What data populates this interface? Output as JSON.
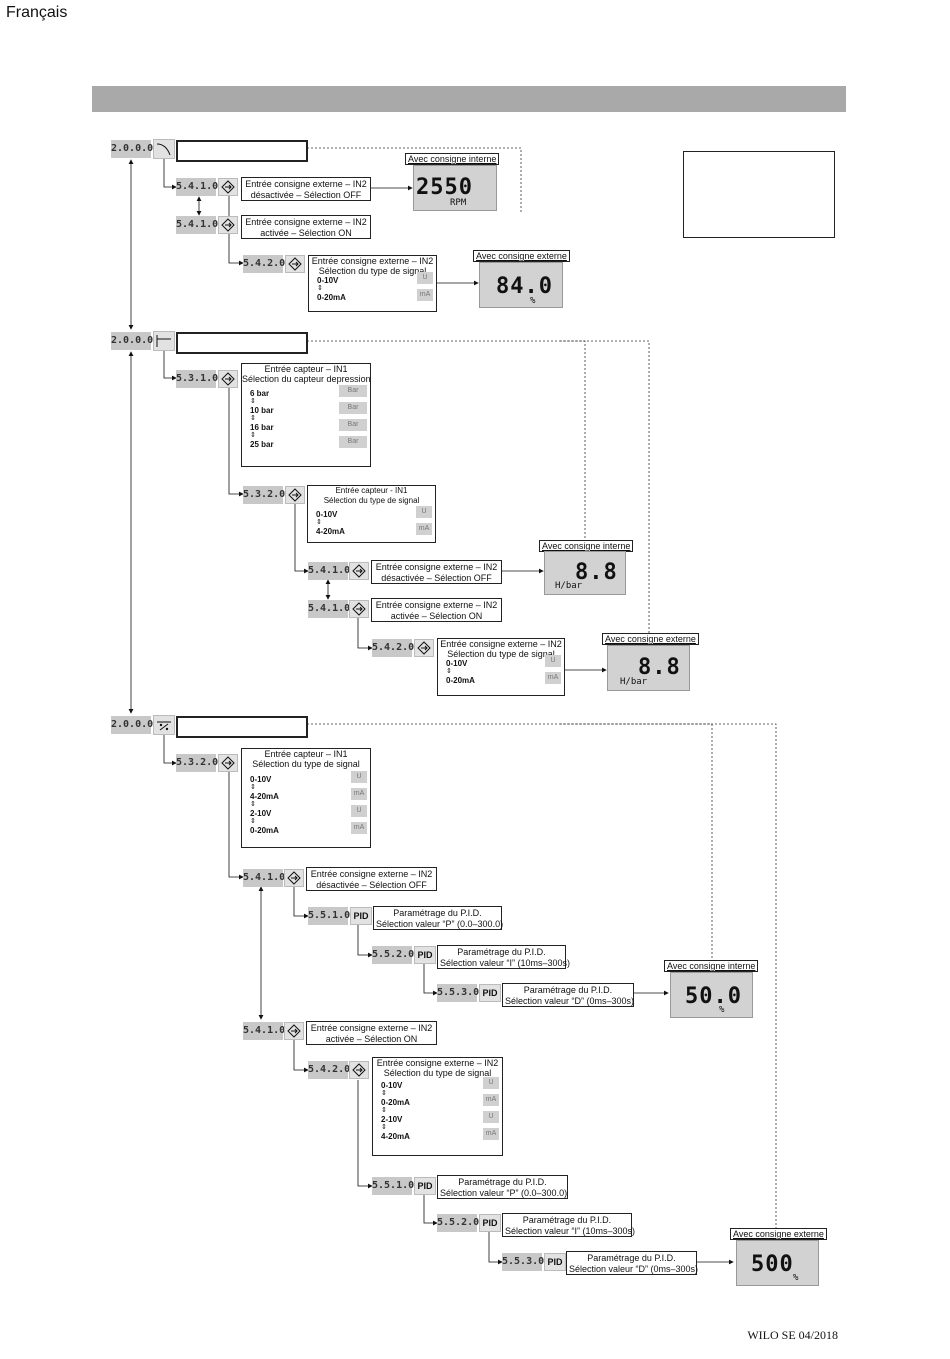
{
  "header": {
    "language": "Français"
  },
  "footer": {
    "text": "WILO SE 04/2018"
  },
  "codes": {
    "c2000": "2.0.0.0",
    "c5410": "5.4.1.0",
    "c5420": "5.4.2.0",
    "c5310": "5.3.1.0",
    "c5320": "5.3.2.0",
    "c5510": "5.5.1.0",
    "c5520": "5.5.2.0",
    "c5530": "5.5.3.0"
  },
  "texts": {
    "ext_off_1": "Entrée consigne externe – IN2",
    "ext_off_2": "désactivée – Sélection OFF",
    "ext_on_1": "Entrée consigne externe – IN2",
    "ext_on_2": "activée – Sélection ON",
    "ext_sig_1": "Entrée consigne externe – IN2",
    "ext_sig_2": "Sélection du type de signal",
    "cap_press_1": "Entrée capteur – IN1",
    "cap_press_2": "Sélection du capteur depression",
    "cap_sig_small_1": "Entrée capteur - IN1",
    "cap_sig_small_2": "Sélection du type de signal",
    "cap_sig_1": "Entrée capteur – IN1",
    "cap_sig_2": "Sélection du type de signal",
    "pid_title": "Paramétrage du P.I.D.",
    "pid_p": "Sélection valeur “P” (0.0–300.0)",
    "pid_i": "Sélection valeur “I” (10ms–300s)",
    "pid_d": "Sélection valeur “D” (0ms–300s)",
    "avec_int": "Avec consigne interne",
    "avec_ext": "Avec consigne externe"
  },
  "options": {
    "v0_10": "0-10V",
    "ma0_20": "0-20mA",
    "ma4_20": "4-20mA",
    "v2_10": "2-10V",
    "bar6": "6 bar",
    "bar10": "10 bar",
    "bar16": "16 bar",
    "bar25": "25 bar",
    "unit_u": "U",
    "unit_ma": "mA",
    "unit_bar": "Bar",
    "updown": "⇕"
  },
  "lcd": {
    "rpm_value": "2550",
    "rpm_unit": "RPM",
    "pct_value": "84.0",
    "pct_unit": "%",
    "hbar_value": "8.8",
    "hbar_unit": "H/bar",
    "pid_value": "50.0",
    "pid_unit": "%",
    "pid_value2": "500",
    "pid_unit2": "%"
  },
  "colors": {
    "header_bar": "#a9a9a9",
    "code_bg": "#c8c8c8",
    "lcd_bg": "#d2d2d2"
  }
}
